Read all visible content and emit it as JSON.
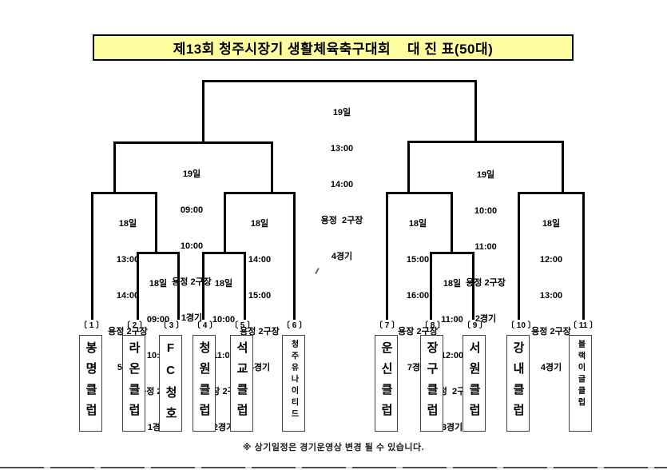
{
  "title": "제13회 청주시장기 생활체육축구대회    대 진 표(50대)",
  "footer_note": "※ 상기일정은 경기운영상 변경 될 수 있습니다.",
  "colors": {
    "title_bg": "#FFFFA0",
    "bracket_line": "#000000"
  },
  "matches": [
    {
      "id": "final",
      "lines": [
        "19일",
        "13:00",
        "14:00",
        "용정  2구장",
        "4경기"
      ]
    },
    {
      "id": "semi-left",
      "lines": [
        "19일",
        "09:00",
        "10:00",
        "용정 2구장",
        "1경기"
      ]
    },
    {
      "id": "semi-right",
      "lines": [
        "19일",
        "10:00",
        "11:00",
        "용정 2구장",
        "2경기"
      ]
    },
    {
      "id": "qf-game5",
      "lines": [
        "18일",
        "13:00",
        "14:00",
        "용정 2구장",
        "5경기"
      ]
    },
    {
      "id": "qf-game6",
      "lines": [
        "18일",
        "14:00",
        "15:00",
        "용정 2구장",
        "6경기"
      ]
    },
    {
      "id": "qf-game7",
      "lines": [
        "18일",
        "15:00",
        "16:00",
        "용장 2구장",
        "7경기"
      ]
    },
    {
      "id": "qf-game4",
      "lines": [
        "18일",
        "12:00",
        "13:00",
        "용정 2구장",
        "4경기"
      ]
    },
    {
      "id": "r1-game1",
      "lines": [
        "18일",
        "09:00",
        "10:00",
        "용정 2구장",
        "1경기"
      ]
    },
    {
      "id": "r1-game2",
      "lines": [
        "18일",
        "10:00",
        "11:00",
        "용장 2구장",
        "2경기"
      ]
    },
    {
      "id": "r1-game3",
      "lines": [
        "18일",
        "11:00",
        "12:00",
        "용정  2구장",
        "3경기"
      ]
    }
  ],
  "teams": [
    {
      "seed_label": "〔 1 〕",
      "name": "봉명클럽"
    },
    {
      "seed_label": "〔 2 〕",
      "name": "라온클럽"
    },
    {
      "seed_label": "〔 3 〕",
      "name": "FC청호"
    },
    {
      "seed_label": "〔 4 〕",
      "name": "청원클럽"
    },
    {
      "seed_label": "〔 5 〕",
      "name": "석교클럽"
    },
    {
      "seed_label": "〔 6 〕",
      "name": "청주유나이티드"
    },
    {
      "seed_label": "〔 7 〕",
      "name": "운신클럽"
    },
    {
      "seed_label": "〔 8 〕",
      "name": "장구클럽"
    },
    {
      "seed_label": "〔 9 〕",
      "name": "서원클럽"
    },
    {
      "seed_label": "〔 10 〕",
      "name": "강내클럽"
    },
    {
      "seed_label": "〔 11 〕",
      "name": "블랙이글클럽"
    }
  ]
}
